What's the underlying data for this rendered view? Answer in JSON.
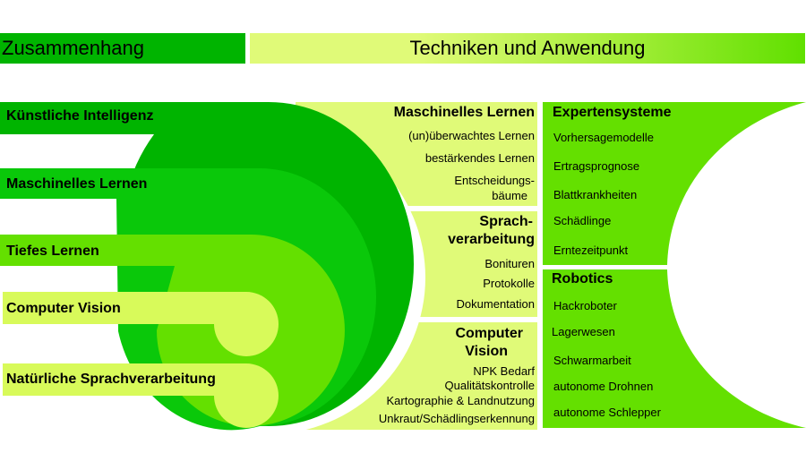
{
  "header": {
    "left_title": "Zusammenhang",
    "right_title": "Techniken und Anwendung"
  },
  "colors": {
    "dark_green": "#00b400",
    "mid_green": "#0ac80a",
    "bright_green": "#64e000",
    "light_green": "#d8fa5a",
    "pale_green": "#e0fa78",
    "panel_green": "#64e000"
  },
  "hierarchy": [
    {
      "label": "Künstliche Intelligenz"
    },
    {
      "label": "Maschinelles Lernen"
    },
    {
      "label": "Tiefes Lernen"
    },
    {
      "label": "Computer Vision"
    },
    {
      "label": "Natürliche Sprachverarbeitung"
    }
  ],
  "techniques": {
    "ml": {
      "title": "Maschinelles Lernen",
      "items": [
        "(un)überwachtes Lernen",
        "bestärkendes Lernen",
        "Entscheidungs-",
        "bäume"
      ]
    },
    "nlp": {
      "title_line1": "Sprach-",
      "title_line2": "verarbeitung",
      "items": [
        "Bonituren",
        "Protokolle",
        "Dokumentation"
      ]
    },
    "cv": {
      "title_line1": "Computer",
      "title_line2": "Vision",
      "items": [
        "NPK Bedarf",
        "Qualitätskontrolle",
        "Kartographie & Landnutzung",
        "Unkraut/Schädlingserkennung"
      ]
    }
  },
  "applications": {
    "expert": {
      "title": "Expertensysteme",
      "items": [
        "Vorhersagemodelle",
        "Ertragsprognose",
        "Blattkrankheiten",
        "Schädlinge",
        "Erntezeitpunkt"
      ]
    },
    "robotics": {
      "title": "Robotics",
      "items": [
        "Hackroboter",
        "Lagerwesen",
        "Schwarmarbeit",
        "autonome Drohnen",
        "autonome Schlepper"
      ]
    }
  }
}
